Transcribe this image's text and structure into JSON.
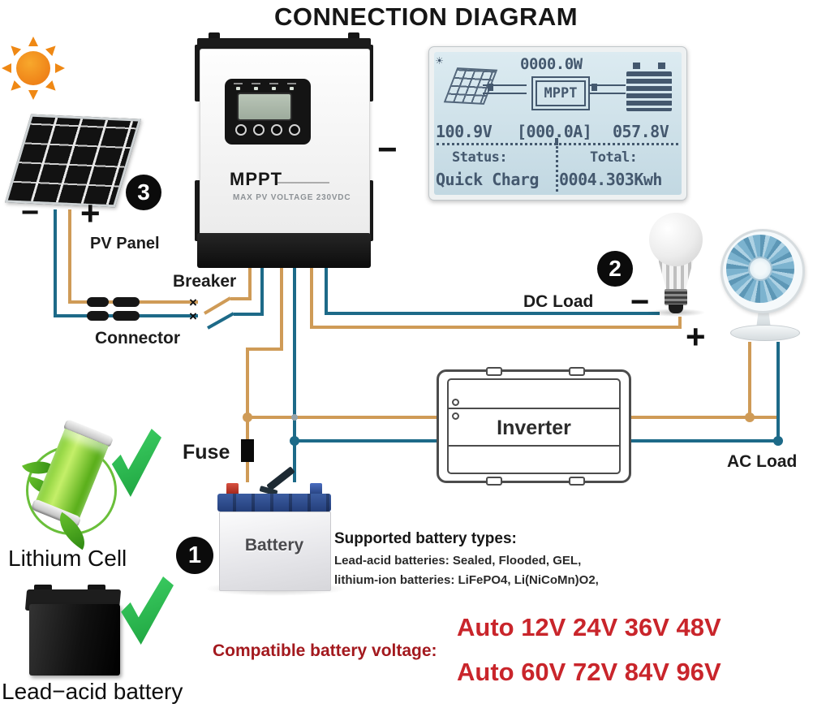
{
  "title": "CONNECTION DIAGRAM",
  "colors": {
    "wire_orange": "#cf9b57",
    "wire_blue": "#1d6a88",
    "accent_red": "#c9252b",
    "dark_red": "#a3191e",
    "check_green": "#28b44b",
    "lcd_text": "#44586e"
  },
  "pv": {
    "badge": "3",
    "minus": "−",
    "plus": "+",
    "label": "PV Panel"
  },
  "breaker": {
    "label": "Breaker",
    "x_mark": "×"
  },
  "connector": {
    "label": "Connector"
  },
  "controller": {
    "brand": "MPPT",
    "spec": "MAX PV VOLTAGE 230VDC",
    "display_minus": "−"
  },
  "lcd": {
    "power": "0000.0W",
    "mppt": "MPPT",
    "sun_icon": "☀",
    "pv_voltage": "100.9V",
    "current": "[000.0A]",
    "battery_voltage": "057.8V",
    "status_label": "Status:",
    "status_value": "Quick Charg",
    "total_label": "Total:",
    "total_value": "0004.303Kwh"
  },
  "dc_load": {
    "badge": "2",
    "label": "DC Load",
    "minus": "−",
    "plus": "+"
  },
  "inverter": {
    "label": "Inverter"
  },
  "ac_load": {
    "label": "AC Load"
  },
  "fuse": {
    "label": "Fuse"
  },
  "battery": {
    "badge": "1",
    "label": "Battery"
  },
  "battery_types": {
    "heading": "Supported battery types:",
    "line1": "Lead-acid batteries: Sealed, Flooded, GEL,",
    "line2": "lithium-ion batteries: LiFePO4, Li(NiCoMn)O2,"
  },
  "voltage": {
    "label": "Compatible battery voltage:",
    "row1": "Auto 12V 24V 36V 48V",
    "row2": "Auto 60V 72V 84V 96V"
  },
  "lithium": {
    "label": "Lithium Cell"
  },
  "lead_acid": {
    "label": "Lead−acid battery"
  }
}
